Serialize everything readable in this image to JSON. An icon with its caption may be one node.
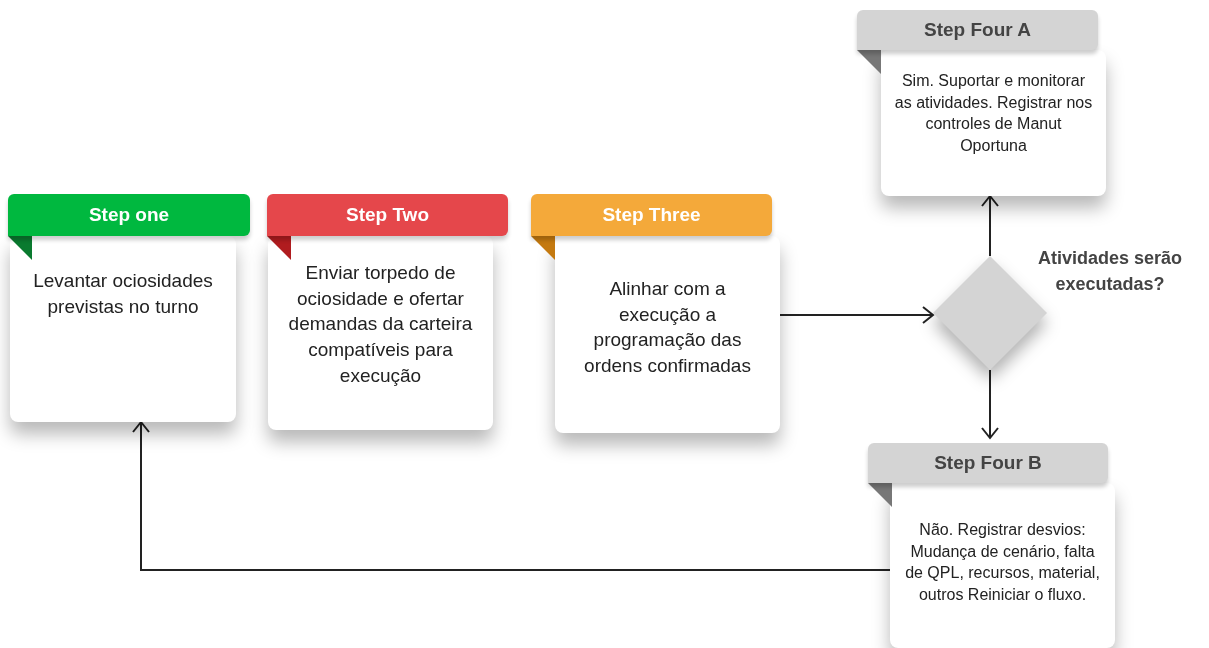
{
  "diagram": {
    "nodes": [
      {
        "text": [
          "Step one",
          "Levantar ociosidades previstas no turno"
        ]
      },
      {
        "text": [
          "Step Two",
          "Enviar torpedo de ociosidade e ofertar demandas da carteira compatíveis para execução"
        ]
      },
      {
        "text": [
          "Step Three",
          "Alinhar com a execução a programação das ordens confirmadas"
        ]
      },
      {
        "text": [
          "Step Four A",
          "Sim. Suportar e monitorar as atividades. Registrar nos controles de Manut Oportuna"
        ]
      },
      {
        "text": [],
        "shape": "diamond",
        "beside": [
          "Atividades serão executadas?"
        ]
      },
      {
        "text": [
          "Step Four B",
          "Não. Registrar desvios: Mudança de cenário, falta de QPL, recursos, material, outros Reiniciar o fluxo."
        ]
      }
    ],
    "edges": [
      {
        "from": 2,
        "to": 4,
        "arrow": "to"
      },
      {
        "from": 4,
        "to": 3,
        "arrow": "to"
      },
      {
        "from": 4,
        "to": 5,
        "arrow": "to"
      },
      {
        "from": 5,
        "to": 0,
        "arrow": "to"
      }
    ]
  }
}
